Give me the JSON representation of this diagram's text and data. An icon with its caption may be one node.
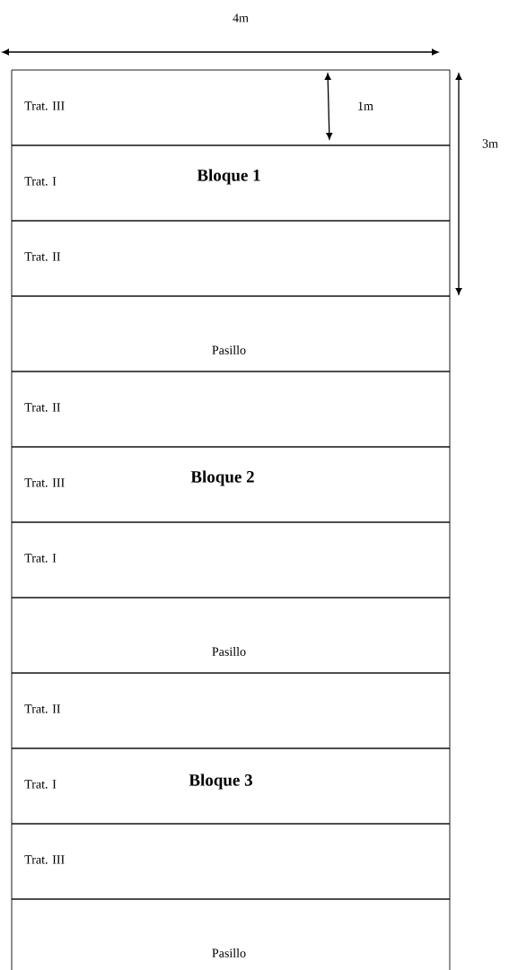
{
  "diagram": {
    "nodes": [
      {
        "text": [
          "Trat. III"
        ]
      },
      {
        "text": [
          "Trat. I"
        ]
      },
      {
        "text": [
          "Trat. II"
        ]
      },
      {
        "text": [
          "Pasillo"
        ]
      },
      {
        "text": [
          "Trat. II"
        ]
      },
      {
        "text": [
          "Trat. III"
        ]
      },
      {
        "text": [
          "Trat. I"
        ]
      },
      {
        "text": [
          "Pasillo"
        ]
      },
      {
        "text": [
          "Trat. II"
        ]
      },
      {
        "text": [
          "Trat. I"
        ]
      },
      {
        "text": [
          "Trat. III"
        ]
      },
      {
        "text": [
          "Pasillo"
        ]
      }
    ],
    "labels": [
      "4m",
      "1m",
      "3m",
      "Bloque 1",
      "Bloque 2",
      "Bloque 3"
    ]
  }
}
